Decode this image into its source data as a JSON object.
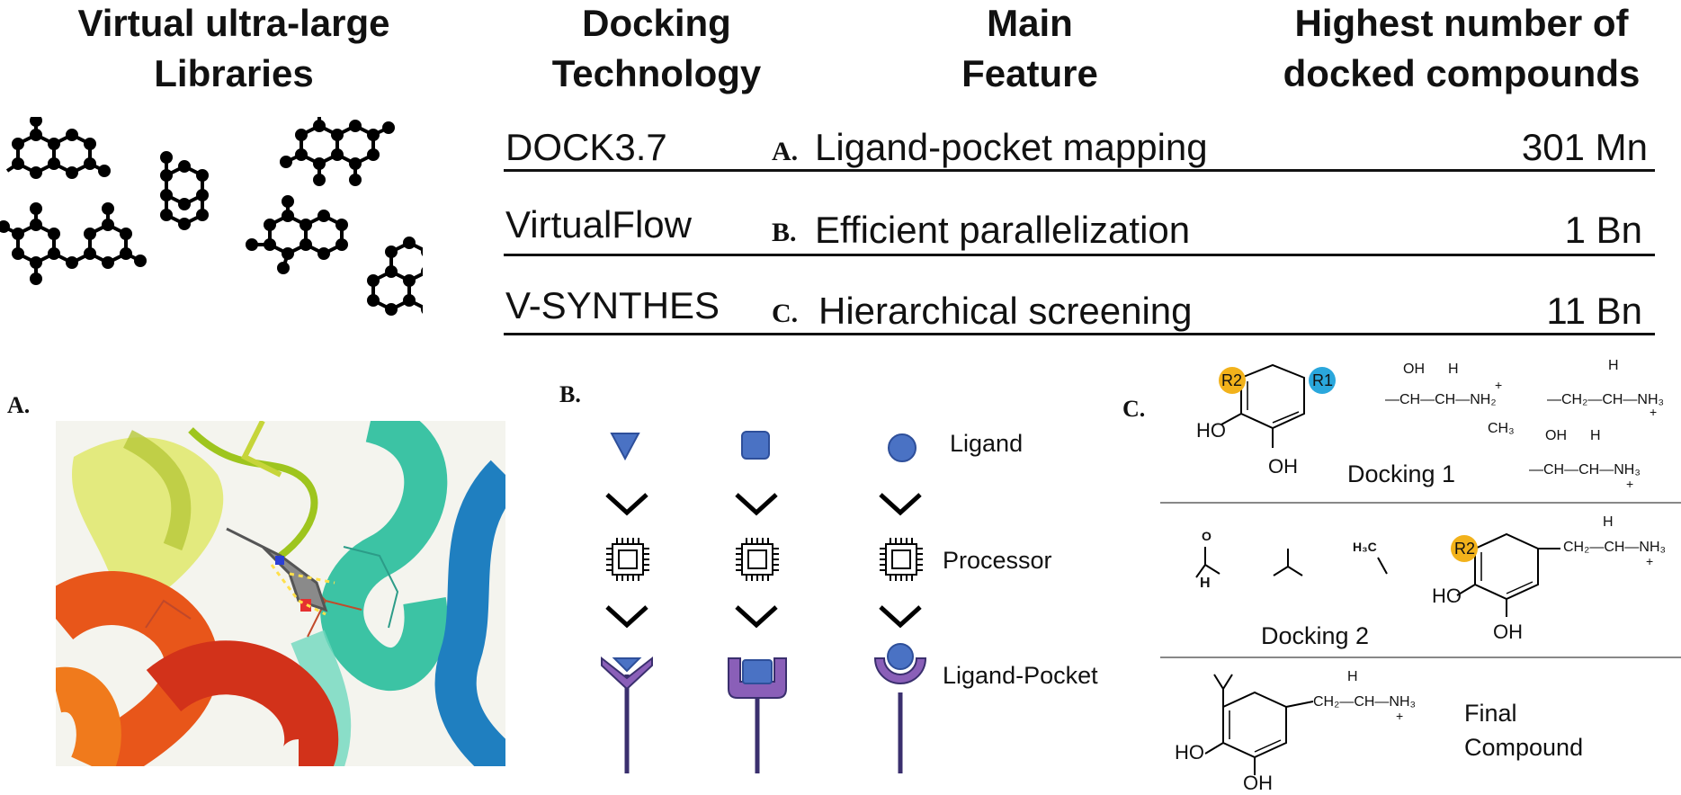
{
  "headers": {
    "libraries": [
      "Virtual ultra-large",
      "Libraries"
    ],
    "technology": [
      "Docking",
      "Technology"
    ],
    "feature": [
      "Main",
      "Feature"
    ],
    "highest": [
      "Highest number of",
      "docked compounds"
    ]
  },
  "rows": [
    {
      "tech": "DOCK3.7",
      "letter": "A.",
      "feature": "Ligand-pocket mapping",
      "count": "301 Mn"
    },
    {
      "tech": "VirtualFlow",
      "letter": "B.",
      "feature": "Efficient parallelization",
      "count": "1 Bn"
    },
    {
      "tech": "V-SYNTHES",
      "letter": "C.",
      "feature": "Hierarchical screening",
      "count": "11 Bn"
    }
  ],
  "panel_a": {
    "letter": "A."
  },
  "panel_b": {
    "letter": "B.",
    "labels": {
      "ligand": "Ligand",
      "processor": "Processor",
      "pocket": "Ligand-Pocket"
    },
    "colors": {
      "ligand": "#4a72c4",
      "pocket": "#8a5fb8",
      "stem": "#3a2f6e"
    }
  },
  "panel_c": {
    "letter": "C.",
    "docking1": "Docking 1",
    "docking2": "Docking 2",
    "final": [
      "Final",
      "Compound"
    ],
    "r1": "R1",
    "r2": "R2",
    "colors": {
      "r1": "#2aa7dc",
      "r2": "#f2b21b"
    },
    "chem_text": {
      "ho": "HO",
      "oh": "OH",
      "h": "H",
      "o": "O",
      "nh2": "NH₂",
      "nh3": "NH₃",
      "ch3": "CH₃",
      "h3c": "H₃C",
      "ch": "CH",
      "ch2": "CH₂",
      "plus": "+",
      "frag_a": "—CH—CH—NH₂",
      "frag_b": "—CH₂—CH—NH₃",
      "frag_c": "—CH—CH—NH₃",
      "frag_d": "CH₂—CH—NH₃"
    }
  }
}
